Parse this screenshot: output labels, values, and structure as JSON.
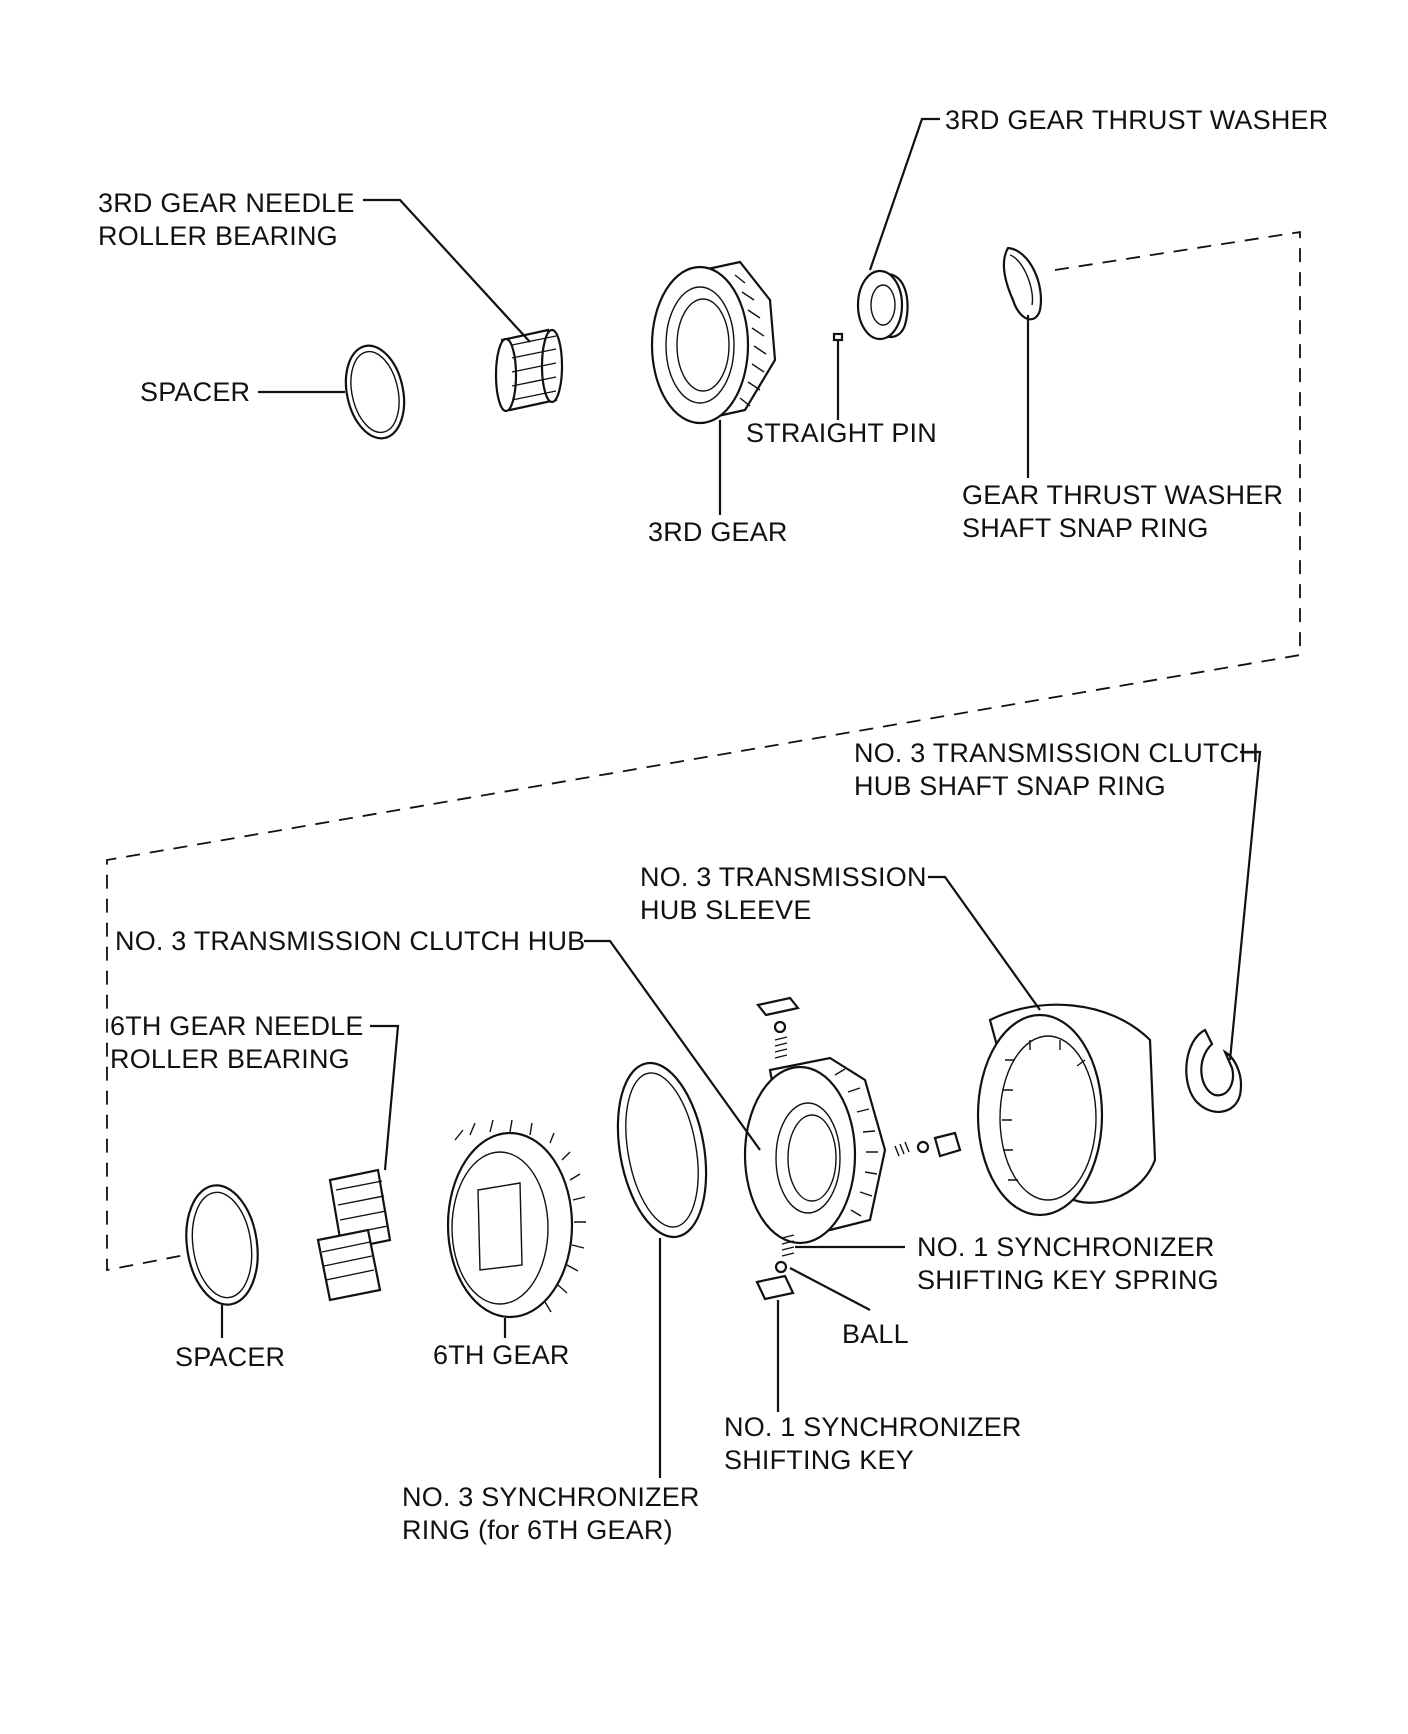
{
  "labels": {
    "gear3_thrust_washer": "3RD GEAR THRUST WASHER",
    "gear3_needle_bearing_1": "3RD GEAR NEEDLE",
    "gear3_needle_bearing_2": "ROLLER BEARING",
    "spacer_top": "SPACER",
    "straight_pin": "STRAIGHT PIN",
    "gear3": "3RD GEAR",
    "snap_ring_top_1": "GEAR THRUST WASHER",
    "snap_ring_top_2": "SHAFT SNAP RING",
    "hub_snap_ring_1": "NO. 3 TRANSMISSION CLUTCH",
    "hub_snap_ring_2": "HUB SHAFT SNAP RING",
    "hub_sleeve_1": "NO. 3 TRANSMISSION",
    "hub_sleeve_2": "HUB SLEEVE",
    "clutch_hub": "NO. 3 TRANSMISSION CLUTCH HUB",
    "gear6_needle_bearing_1": "6TH GEAR NEEDLE",
    "gear6_needle_bearing_2": "ROLLER BEARING",
    "key_spring_1": "NO. 1 SYNCHRONIZER",
    "key_spring_2": "SHIFTING KEY SPRING",
    "ball": "BALL",
    "spacer_bottom": "SPACER",
    "gear6": "6TH GEAR",
    "shifting_key_1": "NO. 1 SYNCHRONIZER",
    "shifting_key_2": "SHIFTING KEY",
    "sync_ring_1": "NO. 3 SYNCHRONIZER",
    "sync_ring_2": "RING (for 6TH GEAR)"
  },
  "colors": {
    "line": "#111111",
    "background": "#ffffff"
  }
}
